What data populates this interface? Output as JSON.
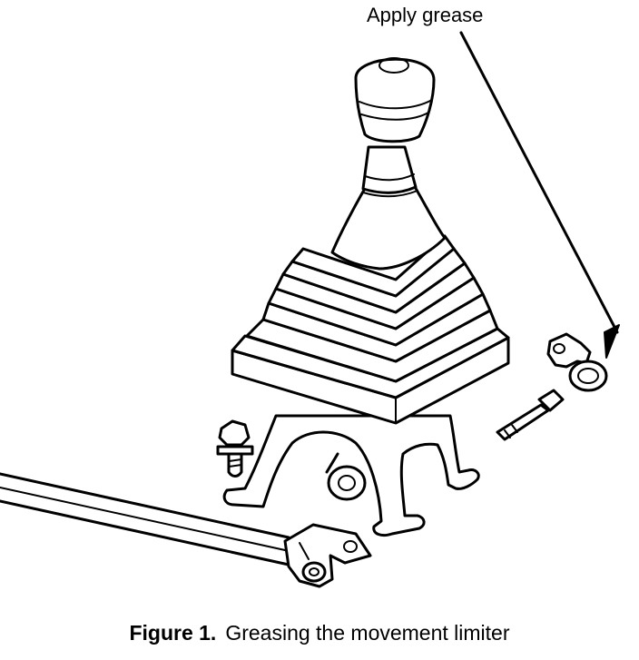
{
  "callout": {
    "label": "Apply grease"
  },
  "caption": {
    "number": "Figure 1.",
    "text": "Greasing the movement limiter"
  }
}
